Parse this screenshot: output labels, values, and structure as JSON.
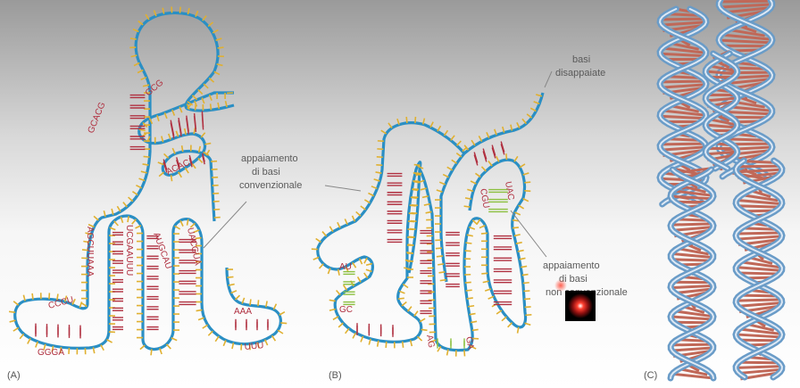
{
  "panels": {
    "a": {
      "letter": "(A)"
    },
    "b": {
      "letter": "(B)"
    },
    "c": {
      "letter": "(C)"
    }
  },
  "labels": {
    "conventional": [
      "appaiamento",
      "di basi",
      "convenzionale"
    ],
    "unpaired": [
      "basi",
      "disappaiate"
    ],
    "nonconventional": [
      "appaiamento",
      "di basi",
      "non convenzionale"
    ]
  },
  "bases": {
    "a_stem_left": "AGCUUAAA",
    "a_stem_mid": "UCGAAUUU",
    "a_stem_mid2": "AUGCAU",
    "a_stem_right": "UACGUA",
    "a_top_left": "GCACG",
    "a_top_right": "GCG",
    "a_mid_right": "ACAC",
    "a_bottom_left": "CCCU",
    "a_bottom_left2": "GGGA",
    "a_bottom_right": "AAA",
    "a_bottom_right2": "UUU",
    "b_au": "AU",
    "b_gc": "GC",
    "b_cgu": "CGU",
    "b_uac": "UAC",
    "b_bottom1": "AG",
    "b_bottom2": "GA"
  },
  "colors": {
    "backbone": "#2a8fc4",
    "tick": "#e0b030",
    "pair": "#b03040",
    "nonconv": "#8cc040",
    "helix": "#6a9cc8",
    "rung": "#c06858"
  }
}
